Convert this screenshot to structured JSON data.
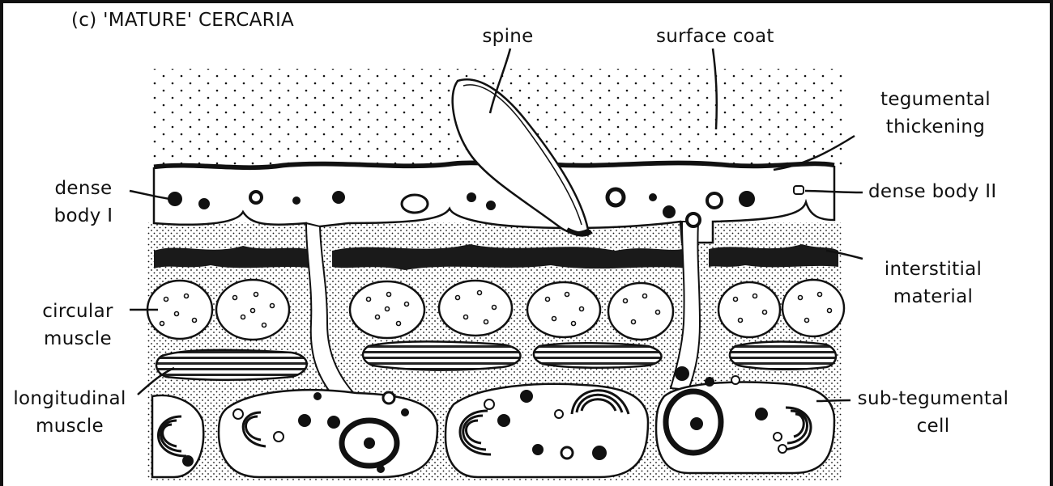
{
  "panel_title": "(c)  'MATURE' CERCARIA",
  "labels": {
    "spine": "spine",
    "surface_coat": "surface coat",
    "tegumental_thickening_1": "tegumental",
    "tegumental_thickening_2": "thickening",
    "dense_body_i_1": "dense",
    "dense_body_i_2": "body I",
    "dense_body_ii": "dense body II",
    "interstitial_material_1": "interstitial",
    "interstitial_material_2": "material",
    "circular_muscle_1": "circular",
    "circular_muscle_2": "muscle",
    "longitudinal_muscle_1": "longitudinal",
    "longitudinal_muscle_2": "muscle",
    "sub_tegumental_cell_1": "sub-tegumental",
    "sub_tegumental_cell_2": "cell"
  },
  "colors": {
    "ink": "#111111",
    "paper": "#ffffff"
  }
}
